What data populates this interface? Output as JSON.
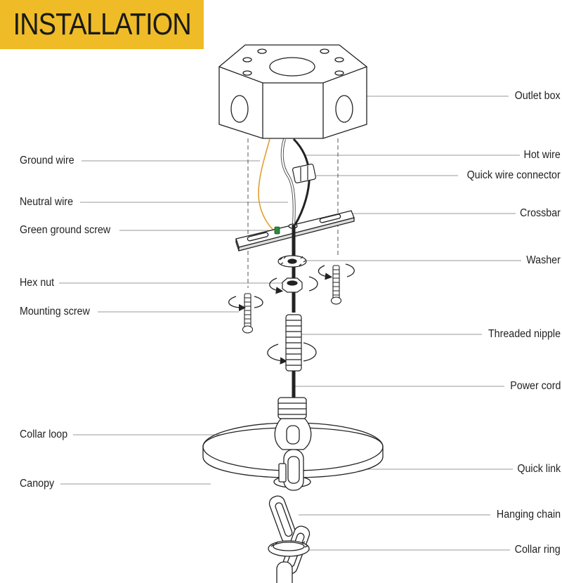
{
  "title": "INSTALLATION",
  "colors": {
    "banner": "#EFBC28",
    "ground_wire": "#E0A030",
    "ground_screw": "#2E8B3E",
    "line": "#222222"
  },
  "labels": {
    "outlet_box": "Outlet box",
    "ground_wire": "Ground wire",
    "hot_wire": "Hot wire",
    "quick_wire_connector": "Quick wire connector",
    "neutral_wire": "Neutral wire",
    "crossbar": "Crossbar",
    "green_ground_screw": "Green ground screw",
    "washer": "Washer",
    "hex_nut": "Hex nut",
    "mounting_screw": "Mounting screw",
    "threaded_nipple": "Threaded nipple",
    "power_cord": "Power cord",
    "collar_loop": "Collar loop",
    "quick_link": "Quick link",
    "canopy": "Canopy",
    "hanging_chain": "Hanging chain",
    "collar_ring": "Collar ring"
  }
}
